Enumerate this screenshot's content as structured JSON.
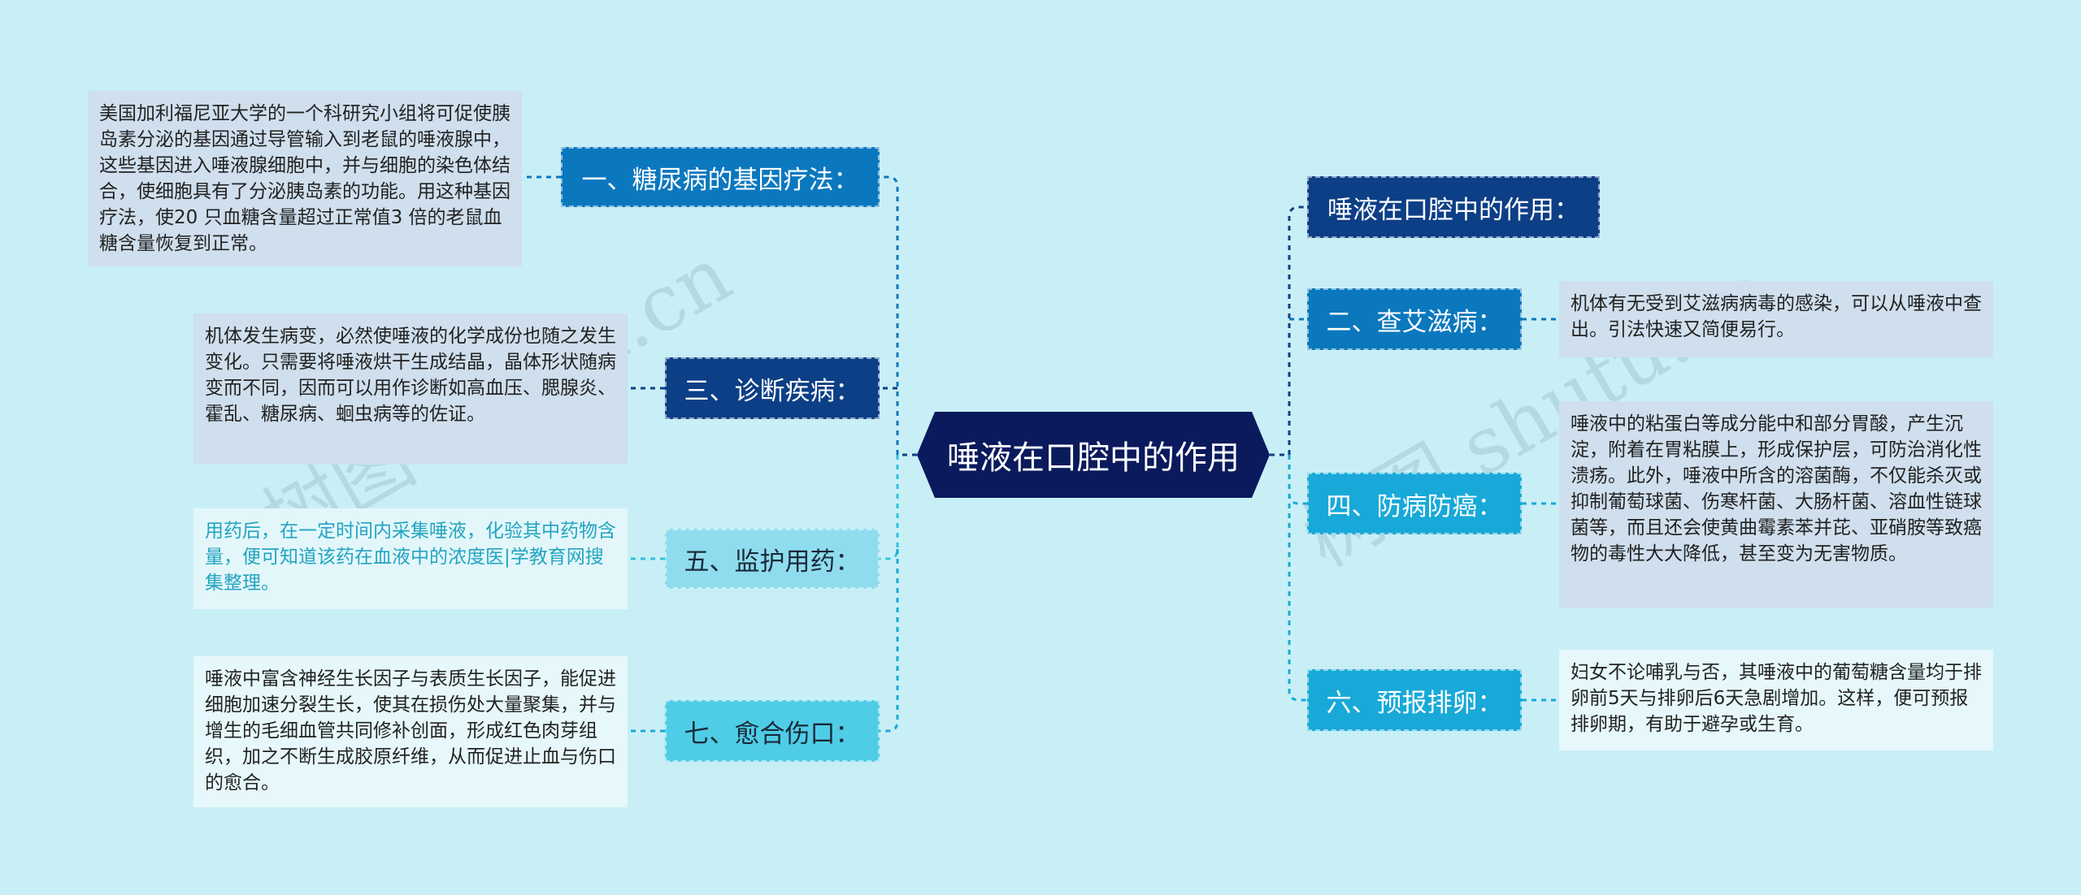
{
  "center": {
    "label": "唾液在口腔中的作用"
  },
  "watermarks": [
    "树图 shutu.cn",
    "树图 shutu.cn"
  ],
  "colors": {
    "background": "#c9eff6",
    "center": "#0a1a5c",
    "dark_blue": "#0d3f86",
    "medium_blue": "#0b78be",
    "cyan": "#18a9d8",
    "light_cyan": "#8fdcee",
    "pale_cyan": "#4fcde6"
  },
  "left_branches": [
    {
      "label": "一、糖尿病的基因疗法：",
      "text": "美国加利福尼亚大学的一个科研究小组将可促使胰岛素分泌的基因通过导管输入到老鼠的唾液腺中，这些基因进入唾液腺细胞中，并与细胞的染色体结合，使细胞具有了分泌胰岛素的功能。用这种基因疗法，使20 只血糖含量超过正常值3 倍的老鼠血糖含量恢复到正常。"
    },
    {
      "label": "三、诊断疾病：",
      "text": "机体发生病变，必然使唾液的化学成份也随之发生变化。只需要将唾液烘干生成结晶，晶体形状随病变而不同，因而可以用作诊断如高血压、腮腺炎、霍乱、糖尿病、蛔虫病等的佐证。"
    },
    {
      "label": "五、监护用药：",
      "text": "用药后，在一定时间内采集唾液，化验其中药物含量，便可知道该药在血液中的浓度医|学教育网搜集整理。"
    },
    {
      "label": "七、愈合伤口：",
      "text": "唾液中富含神经生长因子与表质生长因子，能促进细胞加速分裂生长，使其在损伤处大量聚集，并与增生的毛细血管共同修补创面，形成红色肉芽组织，加之不断生成胶原纤维，从而促进止血与伤口的愈合。"
    }
  ],
  "right_branches": [
    {
      "label": "唾液在口腔中的作用：",
      "text": ""
    },
    {
      "label": "二、查艾滋病：",
      "text": "机体有无受到艾滋病病毒的感染，可以从唾液中查出。引法快速又简便易行。"
    },
    {
      "label": "四、防病防癌：",
      "text": "唾液中的粘蛋白等成分能中和部分胃酸，产生沉淀，附着在胃粘膜上，形成保护层，可防治消化性溃疡。此外，唾液中所含的溶菌酶，不仅能杀灭或抑制葡萄球菌、伤寒杆菌、大肠杆菌、溶血性链球菌等，而且还会使黄曲霉素苯并芘、亚硝胺等致癌物的毒性大大降低，甚至变为无害物质。"
    },
    {
      "label": "六、预报排卵：",
      "text": "妇女不论哺乳与否，其唾液中的葡萄糖含量均于排卵前5天与排卵后6天急剧增加。这样，便可预报排卵期，有助于避孕或生育。"
    }
  ]
}
